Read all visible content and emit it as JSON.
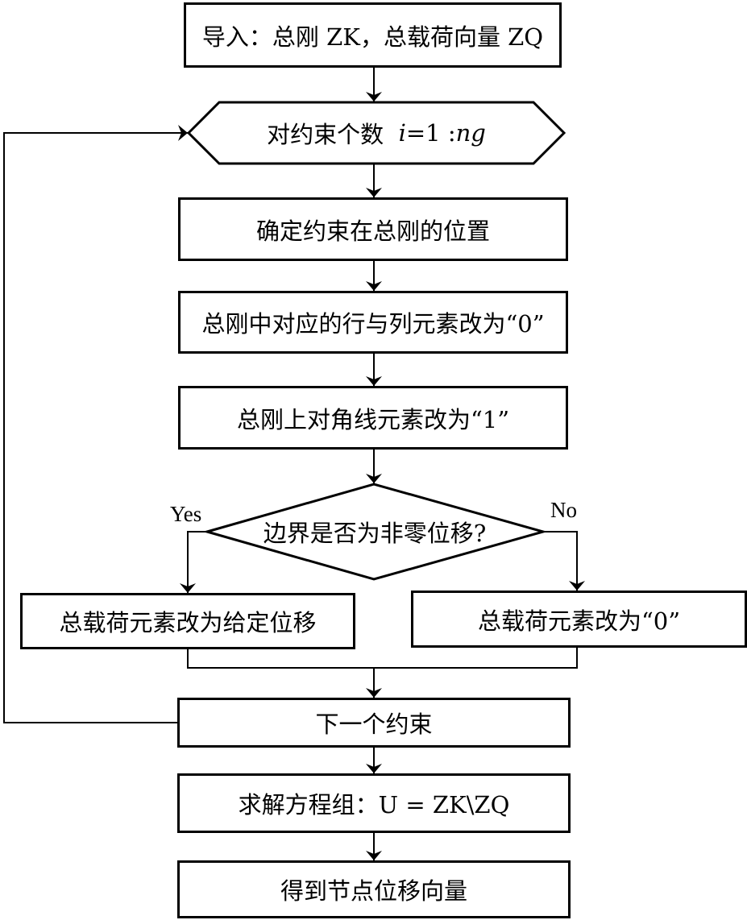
{
  "flowchart": {
    "import_box": "导入：总刚 ZK，总载荷向量 ZQ",
    "loop": {
      "prefix": "对约束个数",
      "var_i": "i",
      "mid": "=1 : ",
      "var_ng": "ng"
    },
    "locate_box": "确定约束在总刚的位置",
    "zero_rowcol_box": "总刚中对应的行与列元素改为“0”",
    "diag_one_box": "总刚上对角线元素改为“1”",
    "decision": {
      "text": "边界是否为非零位移?",
      "yes": "Yes",
      "no": "No"
    },
    "yes_box": "总载荷元素改为给定位移",
    "no_box": "总载荷元素改为“0”",
    "next_box": "下一个约束",
    "solve_box": "求解方程组：U = ZK\\ZQ",
    "result_box": "得到节点位移向量"
  }
}
